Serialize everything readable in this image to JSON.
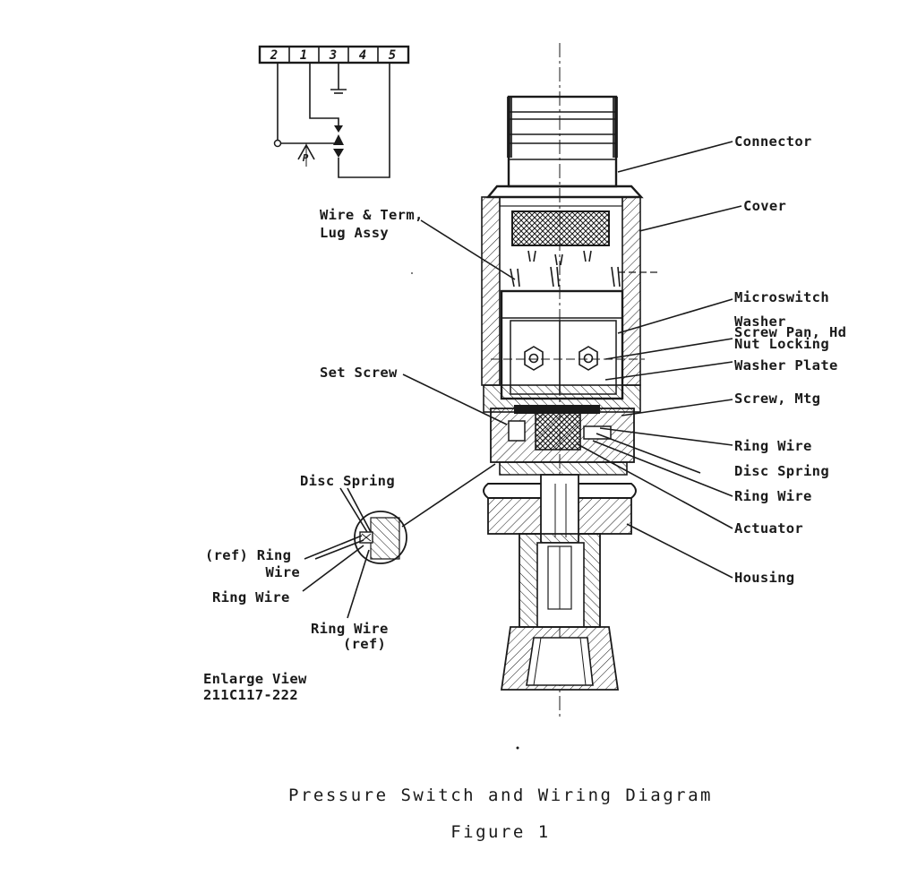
{
  "terminals": [
    "2",
    "1",
    "3",
    "4",
    "5"
  ],
  "symbol_letter": "P",
  "labels": {
    "connector": "Connector",
    "cover": "Cover",
    "wire_term_1": "Wire & Term,",
    "wire_term_2": "Lug Assy",
    "microswitch": "Microswitch",
    "washer": "Washer",
    "screw_pan": "Screw Pan, Hd",
    "nut_locking": "Nut Locking",
    "washer_plate": "Washer Plate",
    "set_screw": "Set Screw",
    "screw_mtg": "Screw, Mtg",
    "ring_wire_a": "Ring Wire",
    "disc_spring_right": "Disc Spring",
    "ring_wire_b": "Ring Wire",
    "actuator": "Actuator",
    "housing": "Housing",
    "disc_spring_left": "Disc Spring",
    "ref_ring_1": "(ref) Ring",
    "ref_ring_2": "Wire",
    "ring_wire_left": "Ring Wire",
    "ring_wire_ref_1": "Ring Wire",
    "ring_wire_ref_2": "(ref)",
    "enlarge_1": "Enlarge View",
    "enlarge_2": "211C117-222"
  },
  "caption": {
    "title": "Pressure Switch and Wiring Diagram",
    "figure": "Figure 1"
  }
}
